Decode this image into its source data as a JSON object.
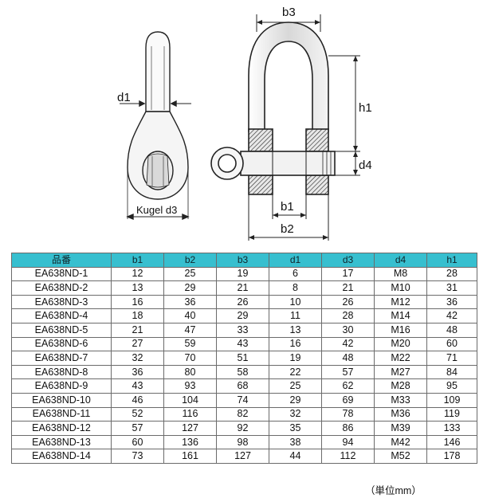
{
  "diagram": {
    "labels": {
      "d1_left": "d1",
      "kugel": "Kugel d3",
      "b3": "b3",
      "h1": "h1",
      "d4": "d4",
      "b1": "b1",
      "b2": "b2"
    }
  },
  "table": {
    "headers": [
      "品番",
      "b1",
      "b2",
      "b3",
      "d1",
      "d3",
      "d4",
      "h1"
    ],
    "rows": [
      [
        "EA638ND-1",
        "12",
        "25",
        "19",
        "6",
        "17",
        "M8",
        "28"
      ],
      [
        "EA638ND-2",
        "13",
        "29",
        "21",
        "8",
        "21",
        "M10",
        "31"
      ],
      [
        "EA638ND-3",
        "16",
        "36",
        "26",
        "10",
        "26",
        "M12",
        "36"
      ],
      [
        "EA638ND-4",
        "18",
        "40",
        "29",
        "11",
        "28",
        "M14",
        "42"
      ],
      [
        "EA638ND-5",
        "21",
        "47",
        "33",
        "13",
        "30",
        "M16",
        "48"
      ],
      [
        "EA638ND-6",
        "27",
        "59",
        "43",
        "16",
        "42",
        "M20",
        "60"
      ],
      [
        "EA638ND-7",
        "32",
        "70",
        "51",
        "19",
        "48",
        "M22",
        "71"
      ],
      [
        "EA638ND-8",
        "36",
        "80",
        "58",
        "22",
        "57",
        "M27",
        "84"
      ],
      [
        "EA638ND-9",
        "43",
        "93",
        "68",
        "25",
        "62",
        "M28",
        "95"
      ],
      [
        "EA638ND-10",
        "46",
        "104",
        "74",
        "29",
        "69",
        "M33",
        "109"
      ],
      [
        "EA638ND-11",
        "52",
        "116",
        "82",
        "32",
        "78",
        "M36",
        "119"
      ],
      [
        "EA638ND-12",
        "57",
        "127",
        "92",
        "35",
        "86",
        "M39",
        "133"
      ],
      [
        "EA638ND-13",
        "60",
        "136",
        "98",
        "38",
        "94",
        "M42",
        "146"
      ],
      [
        "EA638ND-14",
        "73",
        "161",
        "127",
        "44",
        "112",
        "M52",
        "178"
      ]
    ]
  },
  "unit_note": "（単位mm）",
  "colors": {
    "header_bg": "#37bfcf",
    "border": "#6b6b6b"
  }
}
